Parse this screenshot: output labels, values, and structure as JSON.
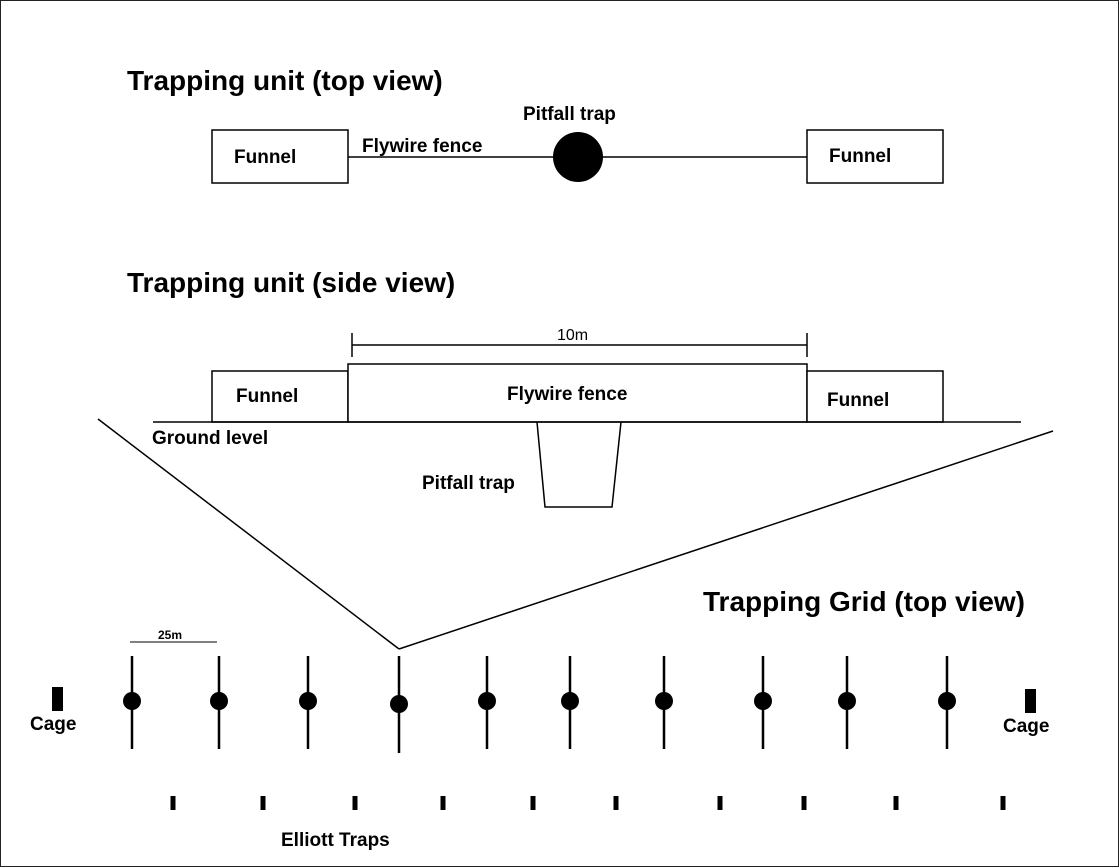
{
  "top_view": {
    "title": "Trapping unit (top view)",
    "funnel_left": "Funnel",
    "funnel_right": "Funnel",
    "fence": "Flywire fence",
    "pitfall": "Pitfall trap"
  },
  "side_view": {
    "title": "Trapping unit (side view)",
    "dimension": "10m",
    "funnel_left": "Funnel",
    "funnel_right": "Funnel",
    "fence": "Flywire fence",
    "ground": "Ground level",
    "pitfall": "Pitfall trap"
  },
  "grid_view": {
    "title": "Trapping Grid (top view)",
    "scale": "25m",
    "cage_left": "Cage",
    "cage_right": "Cage",
    "elliott": "Elliott Traps",
    "pitfall_unit_count": 10,
    "elliott_trap_count": 10
  }
}
